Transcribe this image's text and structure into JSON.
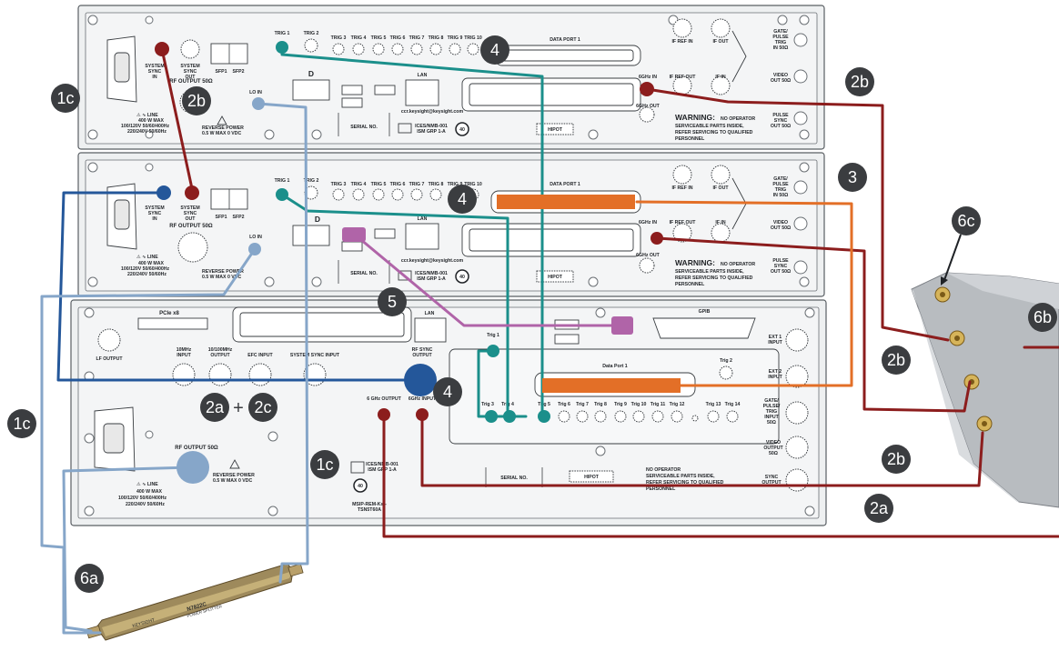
{
  "colors": {
    "callout_bg": "#3b3d40",
    "teal_cable": "#1b8f8b",
    "red_cable": "#8c1d1d",
    "blue_cable": "#24579a",
    "lightblue_cable": "#86a6c9",
    "purple_cable": "#b064a8",
    "orange_cable": "#e36f27"
  },
  "callouts": {
    "c1c_top": "1c",
    "c2b_top": "2b",
    "c4_top": "4",
    "c2b_right": "2b",
    "c3": "3",
    "c4_mid": "4",
    "c6c": "6c",
    "c5": "5",
    "c6b": "6b",
    "c2a": "2a",
    "plus": "+",
    "c2c": "2c",
    "c4_low": "4",
    "c2b_mid": "2b",
    "c1c_left": "1c",
    "c1c_low": "1c",
    "c2b_low": "2b",
    "c2a_low": "2a",
    "c6a": "6a"
  },
  "unit1": {
    "trig1": "TRIG 1",
    "trig2": "TRIG 2",
    "trig3": "TRIG 3",
    "trig4": "TRIG 4",
    "trig5": "TRIG 5",
    "trig6": "TRIG 6",
    "trig7": "TRIG 7",
    "trig8": "TRIG 8",
    "trig9": "TRIG 9",
    "trig10": "TRIG 10",
    "data_port": "DATA PORT 1",
    "sys_sync_in_1": "SYSTEM",
    "sys_sync_in_2": "SYNC",
    "sys_sync_in_3": "IN",
    "sys_sync_out_1": "SYSTEM",
    "sys_sync_out_2": "SYNC",
    "sys_sync_out_3": "OUT",
    "sfp1": "SFP1",
    "sfp2": "SFP2",
    "rf_output": "RF OUTPUT 50Ω",
    "lo_in": "LO IN",
    "lan": "LAN",
    "line": "⚠ ∿ LINE",
    "power1": "400 W MAX",
    "power2": "100/120V  50/60/400Hz",
    "power3": "220/240V  50/60Hz",
    "rev_power": "REVERSE POWER",
    "rev_power2": "0.5 W MAX  0 VDC",
    "serial": "SERIAL NO.",
    "url": "ccr.keysight@keysight.com",
    "ices1": "ICES/NMB-001",
    "ices2": "ISM GRP 1-A",
    "hipot": "HIPOT",
    "if_ref_in": "IF REF IN",
    "if_out": "IF OUT",
    "if_ref_out": "IF REF OUT",
    "if_in": "IF IN",
    "ghz_in": "6GHz IN",
    "ghz_out": "6GHz OUT",
    "gate1": "GATE/",
    "gate2": "PULSE",
    "gate3": "TRIG",
    "gate4": "IN 50Ω",
    "video1": "VIDEO",
    "video2": "OUT 50Ω",
    "pulse1": "PULSE",
    "pulse2": "SYNC",
    "pulse3": "OUT 50Ω",
    "warning": "WARNING:",
    "warn1": "NO OPERATOR",
    "warn2": "SERVICEABLE PARTS INSIDE,",
    "warn3": "REFER SERVICING TO QUALIFIED",
    "warn4": "PERSONNEL",
    "forty": "40"
  },
  "unit3": {
    "pcie": "PCIe x8",
    "lan": "LAN",
    "gpib": "GPIB",
    "lf_output": "LF OUTPUT",
    "ref10_1": "10MHz",
    "ref10_2": "INPUT",
    "ref10b_1": "10/100MHz",
    "ref10b_2": "OUTPUT",
    "efc": "EFC INPUT",
    "sys_sync": "SYSTEM SYNC INPUT",
    "rf_sync1": "RF SYNC",
    "rf_sync2": "OUTPUT",
    "ghz_output": "6 GHz OUTPUT",
    "ghz_input": "6GHz INPUT",
    "trig1": "Trig 1",
    "trig2": "Trig 2",
    "trig3": "Trig 3",
    "trig4": "Trig 4",
    "trig5": "Trig 5",
    "trig6": "Trig 6",
    "trig7": "Trig 7",
    "trig8": "Trig 8",
    "trig9": "Trig 9",
    "trig10": "Trig 10",
    "trig11": "Trig 11",
    "trig12": "Trig 12",
    "trig13": "Trig 13",
    "trig14": "Trig 14",
    "data_port": "Data Port 1",
    "ext1_1": "EXT 1",
    "ext1_2": "INPUT",
    "ext2_1": "EXT 2",
    "ext2_2": "INPUT",
    "gate1": "GATE/",
    "gate2": "PULSE/",
    "gate3": "TRIG",
    "gate4": "INPUT",
    "gate5": "50Ω",
    "video1": "VIDEO",
    "video2": "OUTPUT",
    "video3": "50Ω",
    "sync1": "SYNC",
    "sync2": "OUTPUT",
    "rf_output": "RF OUTPUT 50Ω",
    "rev_power": "REVERSE POWER",
    "rev_power2": "0.5 W MAX  0 VDC",
    "serial": "SERIAL NO.",
    "hipot": "HIPOT",
    "warn1": "NO OPERATOR",
    "warn2": "SERVICEABLE PARTS INSIDE,",
    "warn3": "REFER SERVICING TO QUALIFIED",
    "warn4": "PERSONNEL",
    "msip1": "MSIP-REM-Kst-",
    "msip2": "TSN5T60A",
    "line": "⚠ ∿ LINE",
    "power1": "400 W MAX",
    "power2": "100/120V  50/60/400Hz",
    "power3": "220/240V  50/60Hz",
    "ices1": "ICES/NMB-001",
    "ices2": "ISM GRP 1-A",
    "forty": "40"
  },
  "devices": {
    "splitter_brand": "KEYSIGHT",
    "splitter_model": "N7822C",
    "splitter_sub": "POWER SPLITTER"
  }
}
